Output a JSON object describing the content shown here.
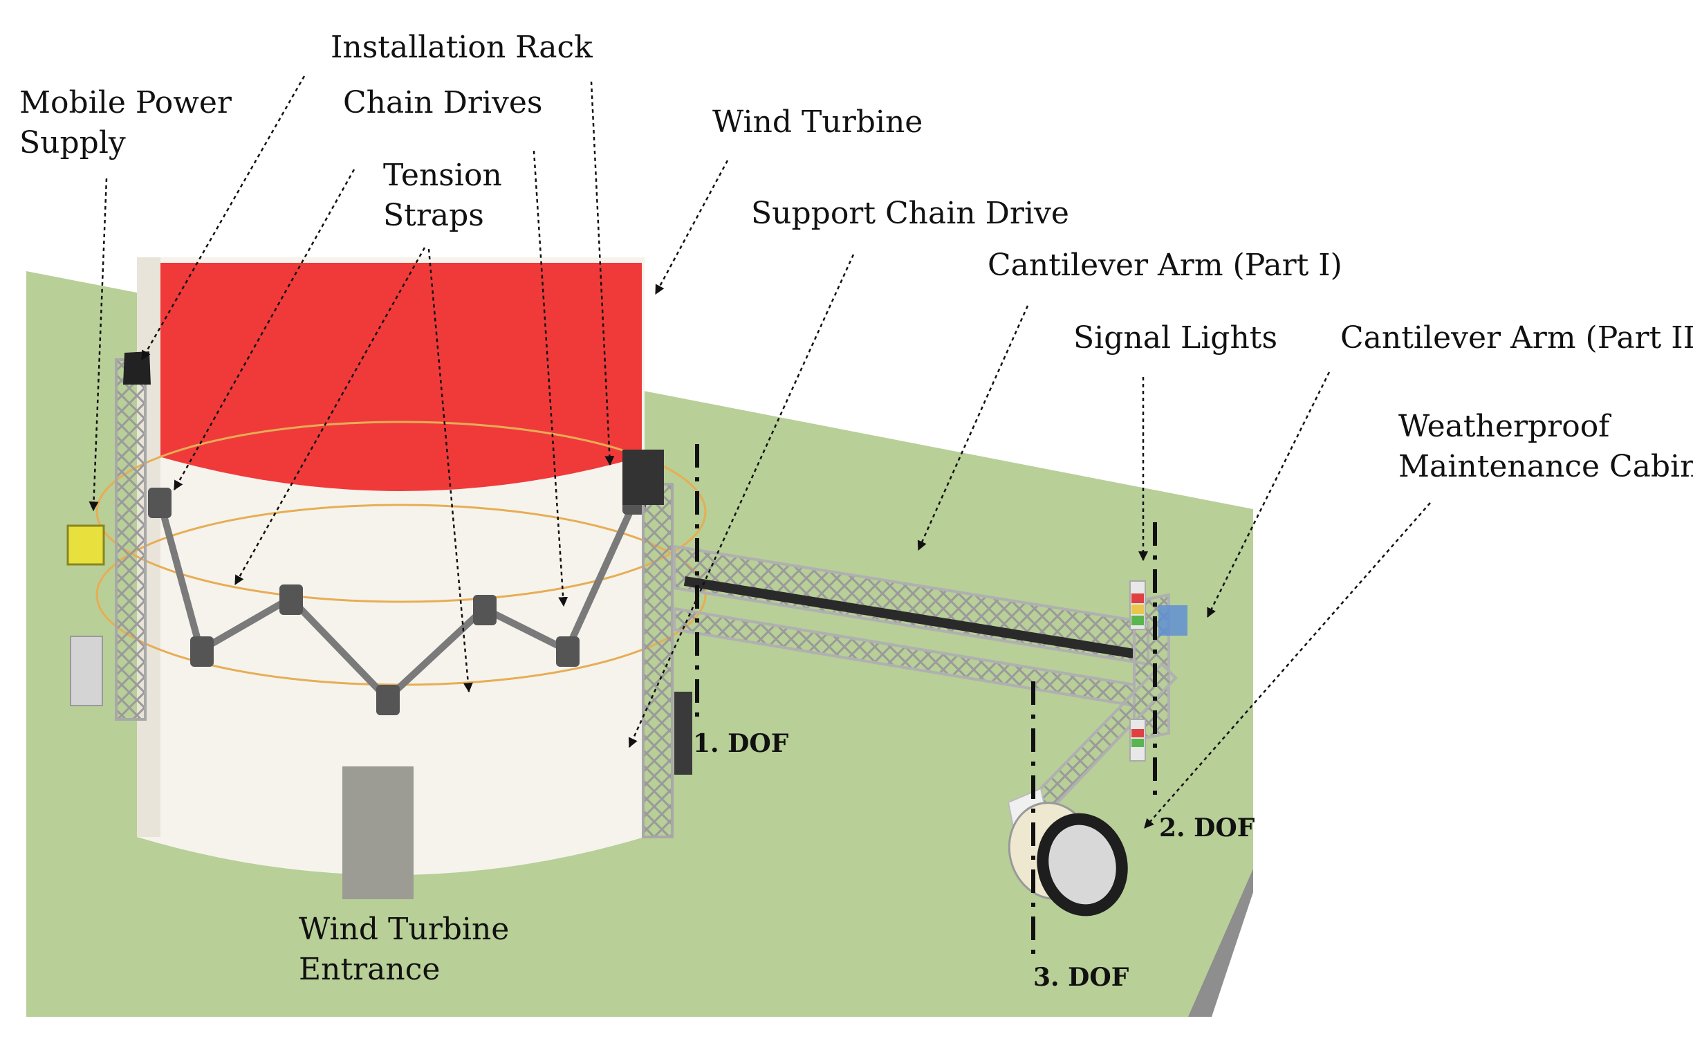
{
  "colors": {
    "ground": "#b8cf98",
    "ground_dark": "#9ab27c",
    "tower": "#f6f3ec",
    "band": "#f03a3a",
    "truss": "#c4c4c4",
    "beam": "#2a2a2a",
    "door": "#9c9c94",
    "power_unit": "#e8e03c",
    "strap": "#e7ad55",
    "cabin_tire": "#1e1e1e",
    "signal_red": "#e04040",
    "signal_green": "#59b54d",
    "signal_yellow": "#e8c84c",
    "signal_blue": "#5a8cd6"
  },
  "labels": {
    "installation_rack": "Installation Rack",
    "mobile_power_supply": [
      "Mobile Power",
      "Supply"
    ],
    "chain_drives": "Chain Drives",
    "tension_straps": [
      "Tension",
      "Straps"
    ],
    "wind_turbine": "Wind Turbine",
    "support_chain_drive": "Support Chain Drive",
    "cantilever_arm_1": "Cantilever Arm (Part I)",
    "signal_lights": "Signal Lights",
    "cantilever_arm_2": "Cantilever Arm (Part II)",
    "weatherproof_cabin": [
      "Weatherproof",
      "Maintenance Cabin"
    ],
    "wind_turbine_entrance": [
      "Wind Turbine",
      "Entrance"
    ],
    "dof_1": "1. DOF",
    "dof_2": "2. DOF",
    "dof_3": "3. DOF"
  },
  "icons": [
    "wind-turbine-tower",
    "installation-rack",
    "mobile-power-supply",
    "chain-drive",
    "tension-strap",
    "cantilever-arm",
    "signal-light",
    "maintenance-cabin",
    "axis-line"
  ]
}
